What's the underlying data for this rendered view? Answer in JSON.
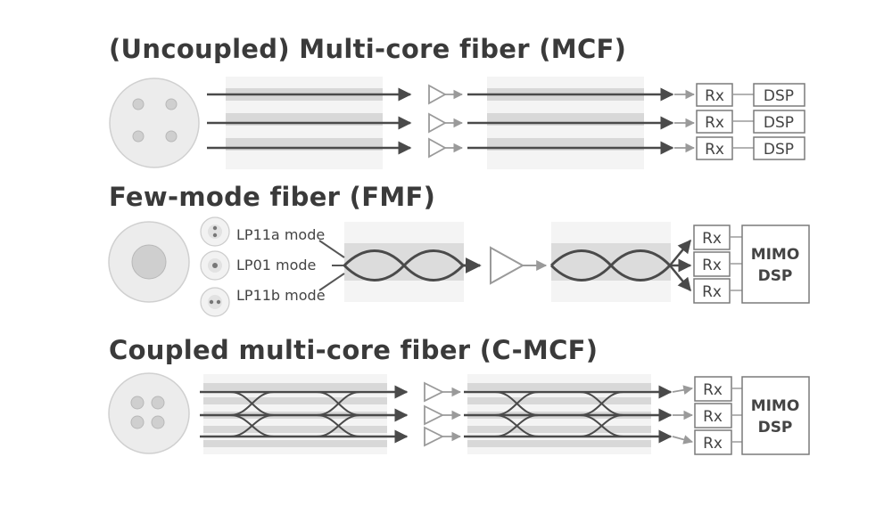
{
  "sections": [
    {
      "title": "(Uncoupled) Multi-core fiber (MCF)",
      "rx_labels": [
        "Rx",
        "Rx",
        "Rx"
      ],
      "dsp_labels": [
        "DSP",
        "DSP",
        "DSP"
      ]
    },
    {
      "title": "Few-mode fiber (FMF)",
      "modes": [
        "LP11a mode",
        "LP01 mode",
        "LP11b mode"
      ],
      "rx_labels": [
        "Rx",
        "Rx",
        "Rx"
      ],
      "mimo_line1": "MIMO",
      "mimo_line2": "DSP"
    },
    {
      "title": "Coupled multi-core fiber (C-MCF)",
      "rx_labels": [
        "Rx",
        "Rx",
        "Rx"
      ],
      "mimo_line1": "MIMO",
      "mimo_line2": "DSP"
    }
  ],
  "colors": {
    "fiber_band_dark": "#d6d6d6",
    "fiber_band_light": "#ececec",
    "arrow_dark": "#4a4a4a",
    "arrow_light": "#9a9a9a",
    "box_border": "#7a7a7a",
    "circle_fill": "#ececec"
  }
}
